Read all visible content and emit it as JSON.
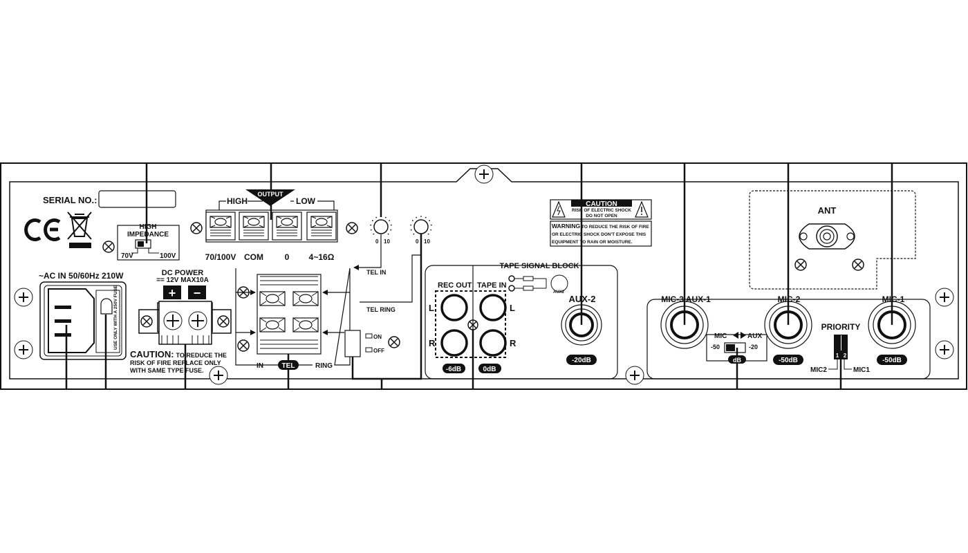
{
  "serial": {
    "label": "SERIAL NO.:"
  },
  "impedance": {
    "title1": "HIGH",
    "title2": "IMPEDANCE",
    "opt70": "70V",
    "opt100": "100V"
  },
  "output": {
    "title": "OUTPUT",
    "high": "HIGH",
    "low": "LOW",
    "terminals": [
      "70/100V",
      "COM",
      "0",
      "4~16Ω"
    ]
  },
  "ac": {
    "label": "AC IN 50/60Hz 210W",
    "fuse_text": "USE ONLY WITH A 250V FUSE"
  },
  "dc": {
    "title": "DC POWER",
    "spec": "12V MAX10A",
    "plus": "+",
    "minus": "−"
  },
  "fuse_caution": {
    "title": "CAUTION:",
    "line1": "TO REDUCE THE",
    "line2": "RISK OF FIRE REPLACE ONLY",
    "line3": "WITH SAME TYPE FUSE."
  },
  "tel": {
    "tel_in": "TEL IN",
    "tel_ring": "TEL RING",
    "in": "IN",
    "tel": "TEL",
    "ring": "RING",
    "on": "ON",
    "off": "OFF",
    "knob_min": "0",
    "knob_max": "10"
  },
  "tape": {
    "title": "TAPE SIGNAL BLOCK",
    "rec_out": "REC OUT",
    "tape_in": "TAPE IN",
    "l": "L",
    "r": "R",
    "rec_db": "-6dB",
    "tape_db": "0dB",
    "aux2_small": "AUX2"
  },
  "aux2": {
    "label": "AUX-2",
    "db": "-20dB"
  },
  "caution_box": {
    "title": "CAUTION",
    "line1": "RISK OF ELECTRIC SHOCK",
    "line2": "DO NOT OPEN",
    "warning": "WARNING",
    "w1": "TO REDUCE THE RISK OF FIRE",
    "w2": "OR ELECTRIC SHOCK DON'T EXPOSE THIS",
    "w3": "EQUIPMENT TO RAIN OR MOISTURE."
  },
  "ant": {
    "label": "ANT"
  },
  "mic": {
    "mic3aux1": "MIC-3 AUX-1",
    "mic2": "MIC-2",
    "mic1": "MIC-1",
    "mic_aux_mic": "MIC",
    "mic_aux_aux": "AUX",
    "minus50": "-50",
    "minus20": "-20",
    "db": "dB",
    "mic2_db": "-50dB",
    "mic1_db": "-50dB",
    "priority": "PRIORITY",
    "p1": "1",
    "p2": "2",
    "pmic2": "MIC2",
    "pmic1": "MIC1"
  }
}
